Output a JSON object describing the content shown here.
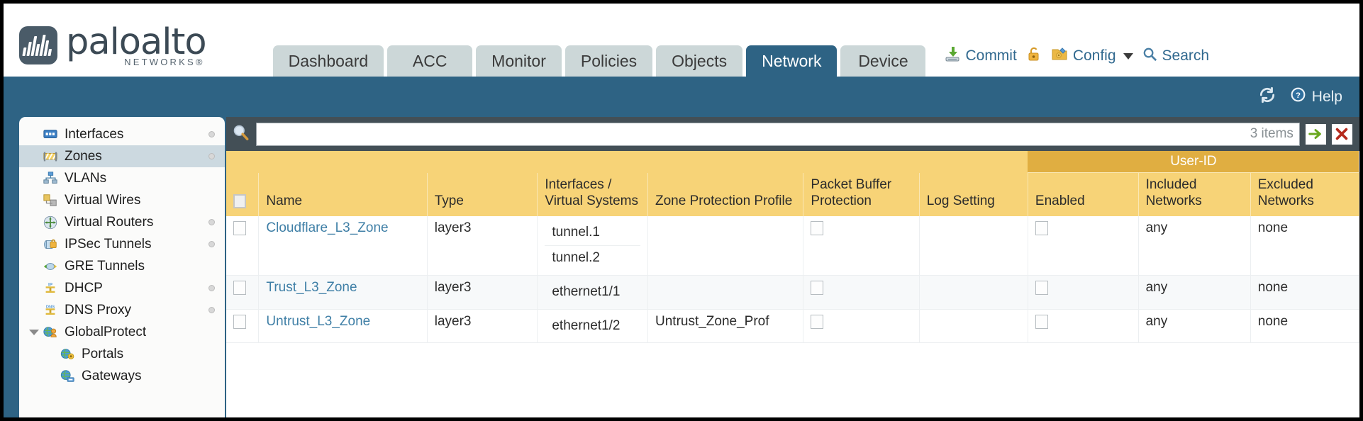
{
  "brand": {
    "name": "paloalto",
    "sub": "NETWORKS®"
  },
  "tabs": [
    {
      "label": "Dashboard",
      "active": false
    },
    {
      "label": "ACC",
      "active": false
    },
    {
      "label": "Monitor",
      "active": false
    },
    {
      "label": "Policies",
      "active": false
    },
    {
      "label": "Objects",
      "active": false
    },
    {
      "label": "Network",
      "active": true
    },
    {
      "label": "Device",
      "active": false
    }
  ],
  "header_actions": {
    "commit": "Commit",
    "commit_icon": "commit-download-icon",
    "lock_icon": "lock-icon",
    "config": "Config",
    "config_icon": "config-wrench-icon",
    "search": "Search",
    "search_icon": "search-magnifier-icon"
  },
  "bluebar": {
    "refresh_icon": "refresh-icon",
    "help": "Help",
    "help_icon": "help-question-icon"
  },
  "sidebar": {
    "items": [
      {
        "label": "Interfaces",
        "icon": "interfaces-icon",
        "active": false,
        "child": false,
        "expander": false,
        "dot": true
      },
      {
        "label": "Zones",
        "icon": "zones-icon",
        "active": true,
        "child": false,
        "expander": false,
        "dot": true
      },
      {
        "label": "VLANs",
        "icon": "vlans-icon",
        "active": false,
        "child": false,
        "expander": false,
        "dot": false
      },
      {
        "label": "Virtual Wires",
        "icon": "virtual-wires-icon",
        "active": false,
        "child": false,
        "expander": false,
        "dot": false
      },
      {
        "label": "Virtual Routers",
        "icon": "virtual-routers-icon",
        "active": false,
        "child": false,
        "expander": false,
        "dot": true
      },
      {
        "label": "IPSec Tunnels",
        "icon": "ipsec-tunnels-icon",
        "active": false,
        "child": false,
        "expander": false,
        "dot": true
      },
      {
        "label": "GRE Tunnels",
        "icon": "gre-tunnels-icon",
        "active": false,
        "child": false,
        "expander": false,
        "dot": false
      },
      {
        "label": "DHCP",
        "icon": "dhcp-icon",
        "active": false,
        "child": false,
        "expander": false,
        "dot": true
      },
      {
        "label": "DNS Proxy",
        "icon": "dns-proxy-icon",
        "active": false,
        "child": false,
        "expander": false,
        "dot": true
      },
      {
        "label": "GlobalProtect",
        "icon": "globalprotect-icon",
        "active": false,
        "child": false,
        "expander": true,
        "dot": false
      },
      {
        "label": "Portals",
        "icon": "portals-icon",
        "active": false,
        "child": true,
        "expander": false,
        "dot": false
      },
      {
        "label": "Gateways",
        "icon": "gateways-icon",
        "active": false,
        "child": true,
        "expander": false,
        "dot": false
      }
    ]
  },
  "search": {
    "value": "",
    "placeholder": "",
    "icon": "search-magnifier-icon",
    "items_count": "3 items",
    "apply_icon": "green-arrow-apply-icon",
    "clear_icon": "red-x-clear-icon"
  },
  "table": {
    "group_header": "User-ID",
    "columns": [
      "Name",
      "Type",
      "Interfaces / Virtual Systems",
      "Zone Protection Profile",
      "Packet Buffer Protection",
      "Log Setting",
      "Enabled",
      "Included Networks",
      "Excluded Networks"
    ],
    "rows": [
      {
        "selected": false,
        "name": "Cloudflare_L3_Zone",
        "type": "layer3",
        "interfaces": [
          "tunnel.1",
          "tunnel.2"
        ],
        "zone_protection_profile": "",
        "packet_buffer_protection": false,
        "log_setting": "",
        "userid_enabled": false,
        "included_networks": "any",
        "excluded_networks": "none"
      },
      {
        "selected": false,
        "name": "Trust_L3_Zone",
        "type": "layer3",
        "interfaces": [
          "ethernet1/1"
        ],
        "zone_protection_profile": "",
        "packet_buffer_protection": false,
        "log_setting": "",
        "userid_enabled": false,
        "included_networks": "any",
        "excluded_networks": "none"
      },
      {
        "selected": false,
        "name": "Untrust_L3_Zone",
        "type": "layer3",
        "interfaces": [
          "ethernet1/2"
        ],
        "zone_protection_profile": "Untrust_Zone_Prof",
        "packet_buffer_protection": false,
        "log_setting": "",
        "userid_enabled": false,
        "included_networks": "any",
        "excluded_networks": "none"
      }
    ]
  },
  "colors": {
    "brand_blue": "#2e6384",
    "header_amber": "#f7d377",
    "group_amber": "#e0ae41",
    "link_blue": "#3f7fa6",
    "panel_dark": "#434f56"
  }
}
